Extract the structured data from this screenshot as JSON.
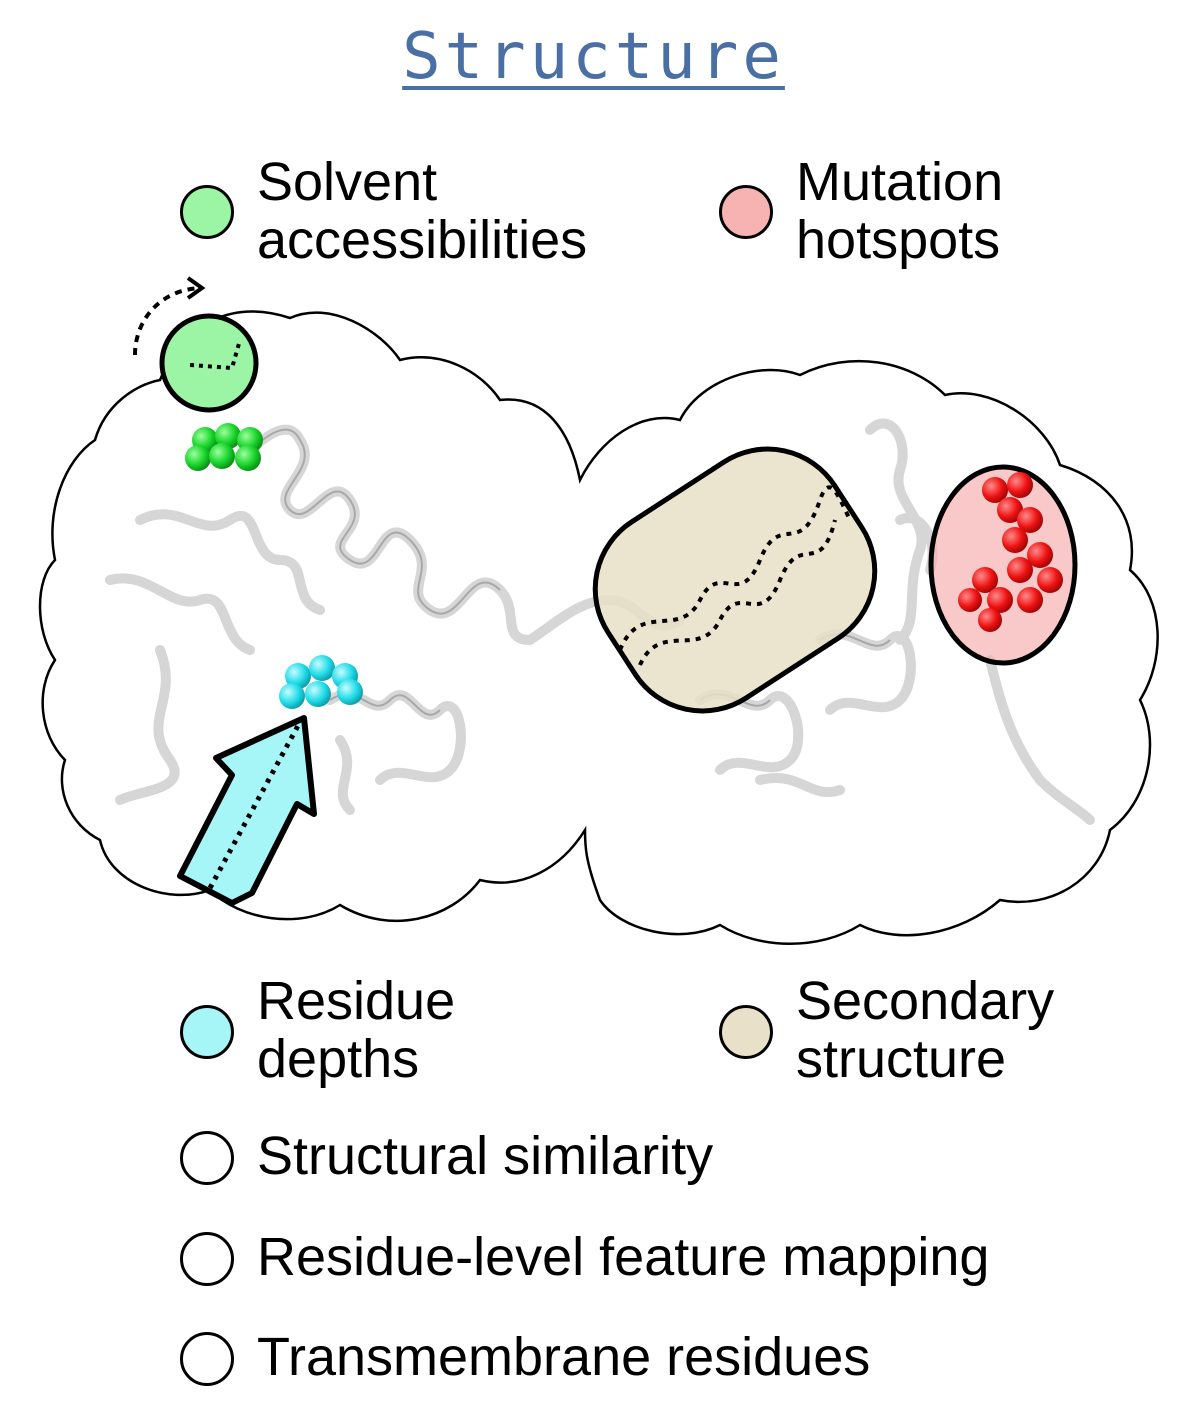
{
  "title": "Structure",
  "colors": {
    "title": "#4a6fa5",
    "solvent": "#9cf5a4",
    "solvent_atoms": "#18d42a",
    "mutation": "#f7b2b2",
    "mutation_atoms": "#ee1111",
    "depth": "#a6f5f7",
    "depth_atoms": "#20dce8",
    "secondary": "#e8e0c8",
    "none": "#ffffff"
  },
  "legend": [
    {
      "id": "solvent",
      "line1": "Solvent",
      "line2": "accessibilities",
      "icon": "green-circle"
    },
    {
      "id": "mutation",
      "line1": "Mutation",
      "line2": "hotspots",
      "icon": "red-circle"
    },
    {
      "id": "depth",
      "line1": "Residue",
      "line2": "depths",
      "icon": "cyan-circle"
    },
    {
      "id": "secondary",
      "line1": "Secondary",
      "line2": "structure",
      "icon": "tan-circle"
    },
    {
      "id": "similarity",
      "line1": "Structural similarity",
      "icon": "empty-circle"
    },
    {
      "id": "mapping",
      "line1": "Residue-level feature mapping",
      "icon": "empty-circle"
    },
    {
      "id": "transmembrane",
      "line1": "Transmembrane residues",
      "icon": "empty-circle"
    }
  ]
}
